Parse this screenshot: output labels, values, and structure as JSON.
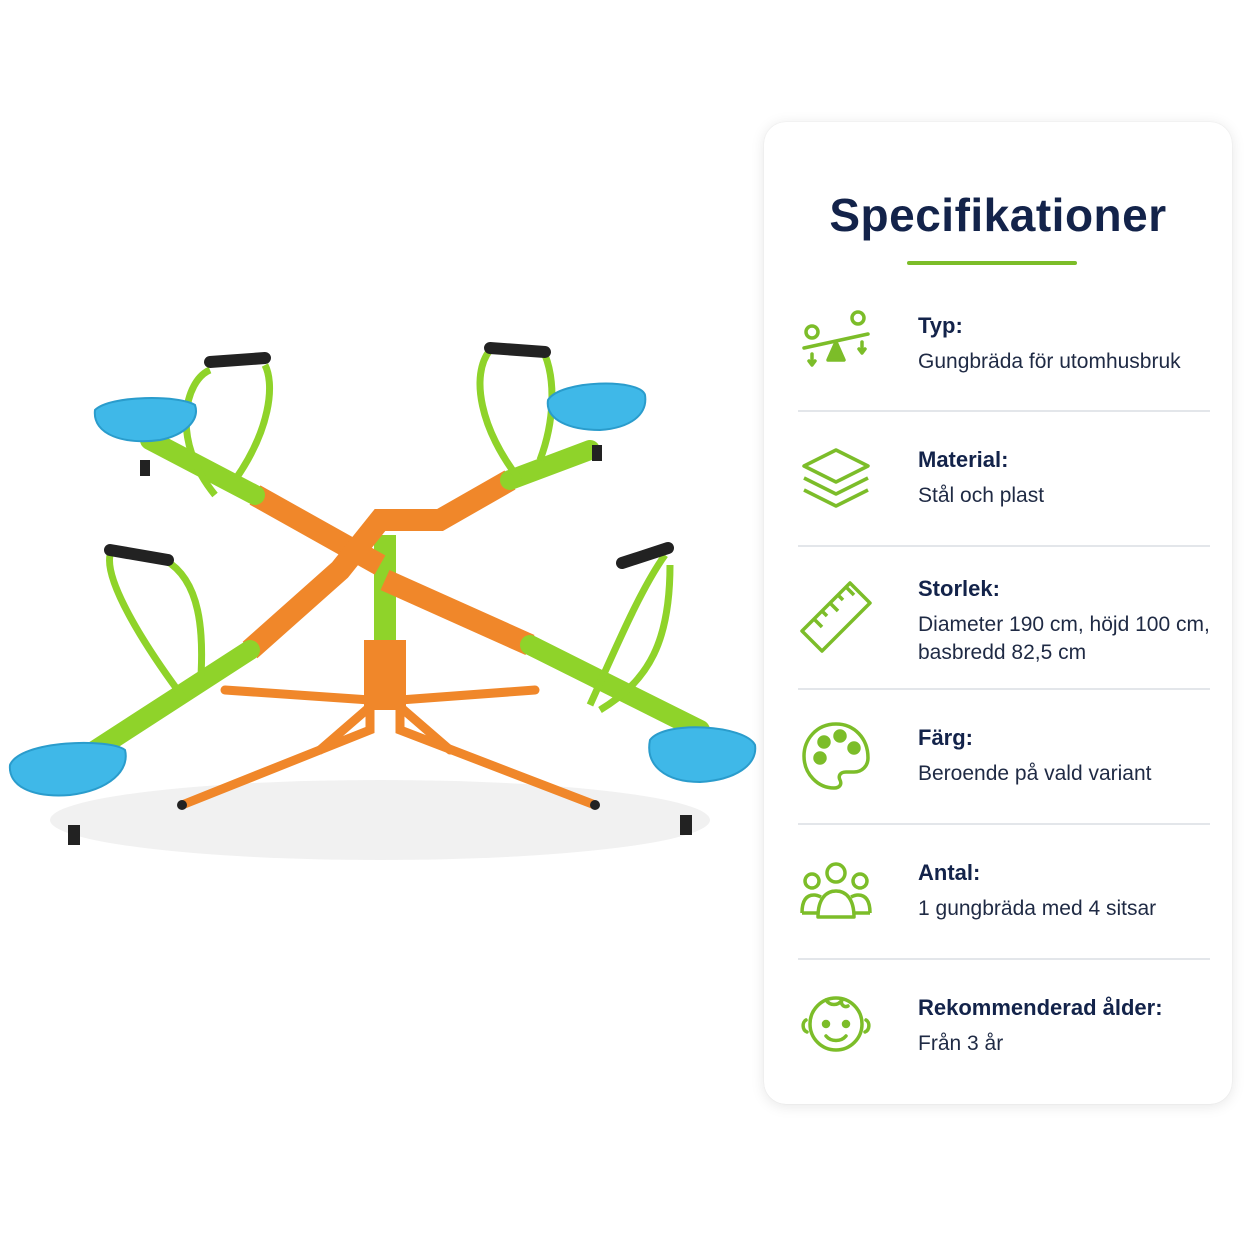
{
  "card": {
    "title": "Specifikationer",
    "accent_color": "#7cbd29",
    "title_color": "#13234a"
  },
  "specs": [
    {
      "icon": "seesaw-icon",
      "label": "Typ:",
      "value": "Gungbräda för utomhusbruk"
    },
    {
      "icon": "layers-icon",
      "label": "Material:",
      "value": "Stål och plast"
    },
    {
      "icon": "ruler-icon",
      "label": "Storlek:",
      "value": "Diameter 190 cm, höjd 100 cm,\nbasbredd 82,5 cm"
    },
    {
      "icon": "palette-icon",
      "label": "Färg:",
      "value": "Beroende på vald variant"
    },
    {
      "icon": "people-group-icon",
      "label": "Antal:",
      "value": "1 gungbräda med 4 sitsar"
    },
    {
      "icon": "child-face-icon",
      "label": "Rekommenderad ålder:",
      "value": "Från 3 år"
    }
  ],
  "product_colors": {
    "frame_green": "#8fd32a",
    "frame_orange": "#f0872a",
    "seat_blue": "#3fb8e8",
    "grip_black": "#222222"
  }
}
